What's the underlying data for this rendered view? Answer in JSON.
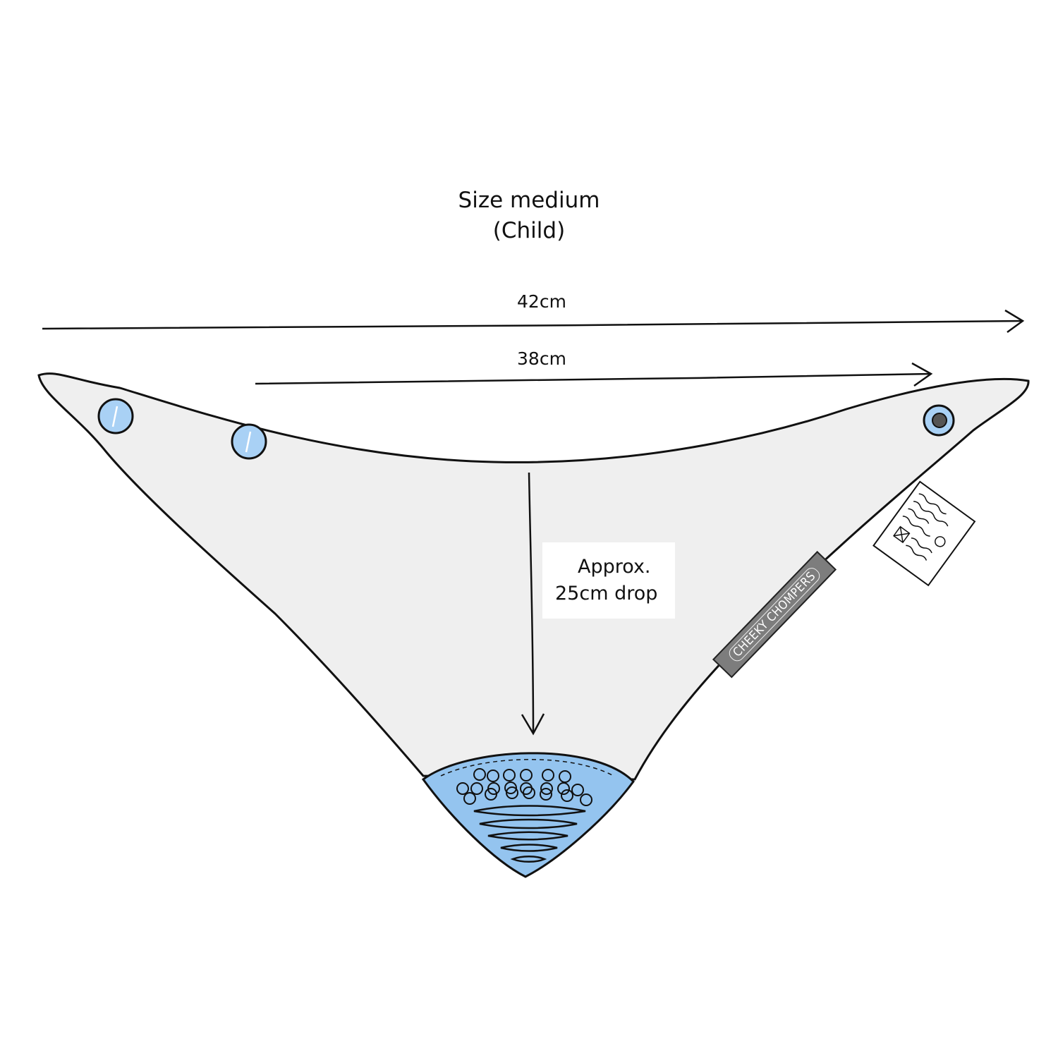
{
  "header": {
    "size_line": "Size medium",
    "age_line": "(Child)"
  },
  "dimensions": {
    "total_width": "42cm",
    "inner_width": "38cm",
    "drop_line1": "Approx.",
    "drop_line2": "25cm drop"
  },
  "tags": {
    "brand": "CHEEKY CHOMPERS"
  },
  "colors": {
    "bib_fill": "#efefef",
    "teether_blue": "#94c4ef",
    "snap_blue": "#a9d1f5",
    "tag_grey": "#7d7d7d",
    "outline": "#111111"
  }
}
